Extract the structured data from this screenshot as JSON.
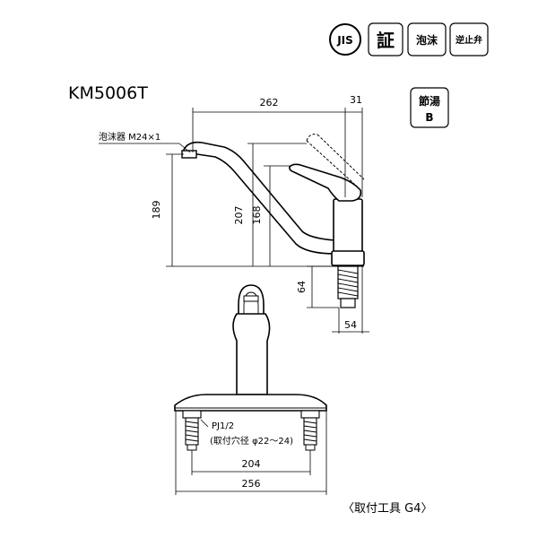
{
  "badges": {
    "jis": "JIS",
    "certified": "証",
    "aerator": "泡沫",
    "check_valve": "逆止弁",
    "water_saving_line1": "節湯",
    "water_saving_line2": "B"
  },
  "model": "KM5006T",
  "labels": {
    "aerator_thread": "泡沫器 M24×1",
    "pipe_thread": "PJ1/2",
    "hole_diameter": "(取付穴径 φ22〜24)",
    "tool": "〈取付工具 G4〉"
  },
  "dimensions": {
    "reach": "262",
    "lever_offset": "31",
    "spout_height": "189",
    "lever_height": "207",
    "body_height": "168",
    "shank_length": "64",
    "body_diameter": "54",
    "mount_pitch": "204",
    "base_width": "256"
  }
}
